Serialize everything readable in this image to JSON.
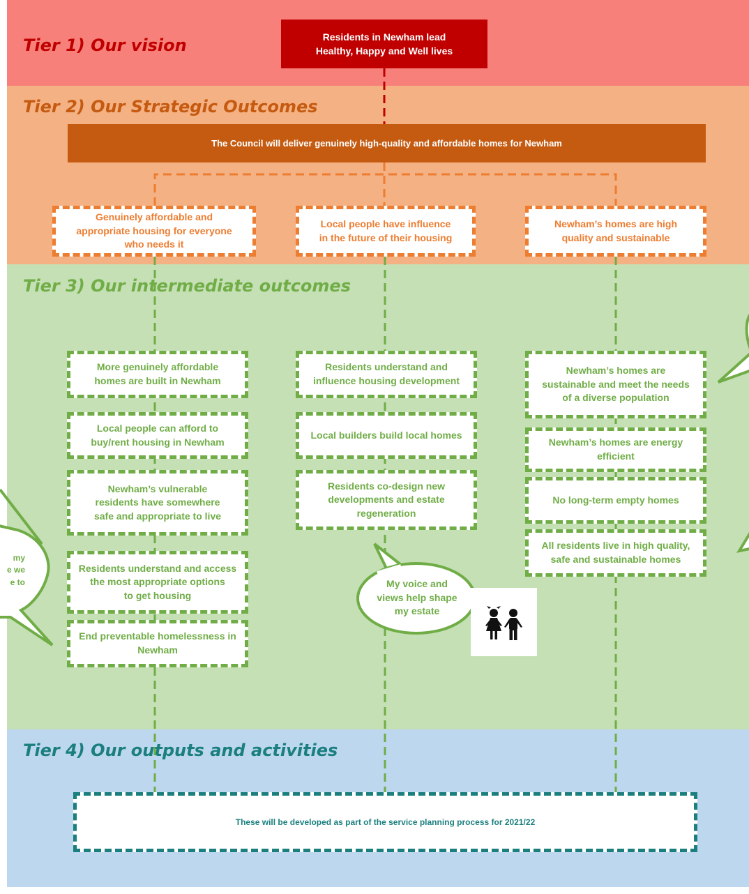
{
  "tiers": {
    "tier1": "Tier 1) Our vision",
    "tier2": "Tier 2) Our Strategic Outcomes",
    "tier3": "Tier 3) Our intermediate outcomes",
    "tier4": "Tier 4) Our outputs and activities"
  },
  "vision": {
    "line1": "Residents in Newham lead",
    "line2": "Healthy, Happy and Well lives"
  },
  "strategic_outcome": "The Council will deliver genuinely high-quality and affordable homes for Newham",
  "tier2_boxes": [
    {
      "lines": [
        "Genuinely affordable and",
        "appropriate housing for everyone",
        "who needs it"
      ]
    },
    {
      "lines": [
        "Local people have influence",
        "in the future of their housing"
      ]
    },
    {
      "lines": [
        "Newham’s homes are high",
        "quality and  sustainable"
      ]
    }
  ],
  "tier3": {
    "col1": [
      {
        "lines": [
          "More genuinely affordable",
          "homes are built in Newham"
        ]
      },
      {
        "lines": [
          "Local people can afford to",
          "buy/rent housing in Newham"
        ]
      },
      {
        "lines": [
          "Newham’s vulnerable",
          "residents have somewhere",
          "safe and appropriate to live"
        ]
      },
      {
        "lines": [
          "Residents understand and access",
          "the most appropriate options",
          "to get housing"
        ]
      },
      {
        "lines": [
          "End preventable homelessness in",
          "Newham"
        ]
      }
    ],
    "col2": [
      {
        "lines": [
          "Residents understand and",
          "influence housing development"
        ]
      },
      {
        "lines": [
          "Local builders build local homes"
        ]
      },
      {
        "lines": [
          "Residents co-design new",
          "developments and estate",
          "regeneration"
        ]
      }
    ],
    "col3": [
      {
        "lines": [
          "Newham’s homes are",
          "sustainable and meet the needs",
          "of a diverse population"
        ]
      },
      {
        "lines": [
          "Newham’s homes are energy",
          "efficient"
        ]
      },
      {
        "lines": [
          "No long-term empty homes"
        ]
      },
      {
        "lines": [
          "All residents live in high quality,",
          "safe and sustainable homes"
        ]
      }
    ]
  },
  "bubbles": {
    "left": [
      "my",
      "e we",
      "e to"
    ],
    "center": [
      "My voice and",
      "views help shape",
      "my estate"
    ]
  },
  "tier4_box": "These will be developed as part of the service planning process for 2021/22",
  "icons": {
    "children": "children-icon"
  },
  "colors": {
    "tier1_bg": "#f8807a",
    "tier2_bg": "#f4b183",
    "tier3_bg": "#c5e0b4",
    "tier4_bg": "#bdd7ee",
    "vision_fill": "#c00000",
    "strategic_fill": "#c55a11",
    "orange": "#ed7d31",
    "green": "#70ad47",
    "teal": "#1a7f7e"
  }
}
